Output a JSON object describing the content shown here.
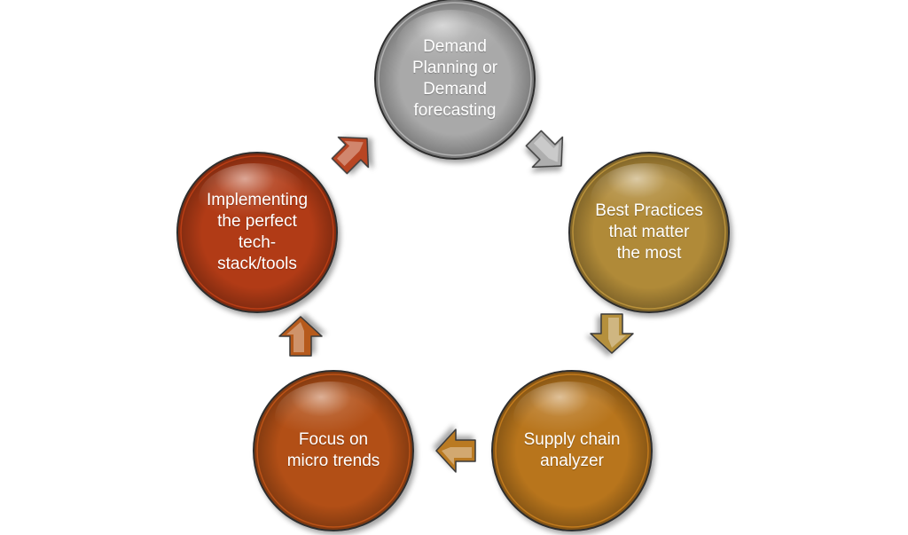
{
  "nodes": [
    {
      "label": "Demand\nPlanning or\nDemand\nforecasting",
      "color": "#a9a9a9",
      "name": "node-demand-planning"
    },
    {
      "label": "Best Practices\nthat matter\nthe most",
      "color": "#b08a38",
      "name": "node-best-practices"
    },
    {
      "label": "Supply chain\nanalyzer",
      "color": "#b8741c",
      "name": "node-supply-chain-analyzer"
    },
    {
      "label": "Focus on\nmicro trends",
      "color": "#b24f16",
      "name": "node-focus-micro-trends"
    },
    {
      "label": "Implementing\nthe perfect\ntech-\nstack/tools",
      "color": "#b13a14",
      "name": "node-implementing-tech-stack"
    }
  ],
  "arrows": [
    {
      "color": "#aeaeae"
    },
    {
      "color": "#b5903e"
    },
    {
      "color": "#ba7a22"
    },
    {
      "color": "#b65a1c"
    },
    {
      "color": "#b84520"
    }
  ]
}
